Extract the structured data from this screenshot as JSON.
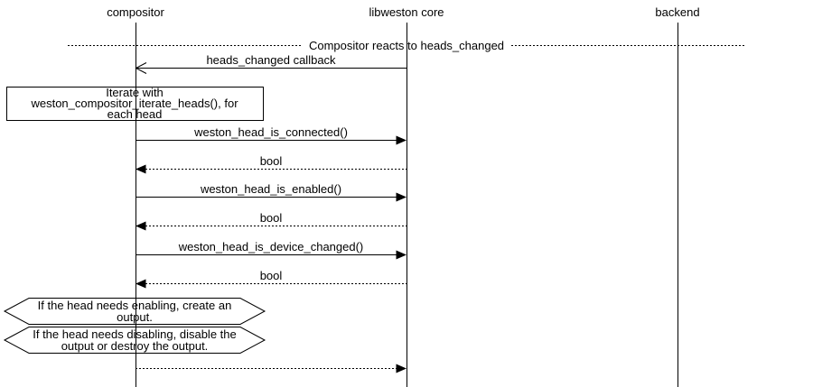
{
  "diagram_title": "Compositor reacts to heads_changed",
  "participants": [
    {
      "label": "compositor"
    },
    {
      "label": "libweston core"
    },
    {
      "label": "backend"
    }
  ],
  "divider": {
    "label": "Compositor reacts to heads_changed"
  },
  "messages": [
    {
      "from": "libweston core",
      "to": "compositor",
      "style": "callback",
      "label": "heads_changed callback"
    },
    {
      "from": "compositor",
      "to": "libweston core",
      "style": "call",
      "label": "weston_head_is_connected()"
    },
    {
      "from": "libweston core",
      "to": "compositor",
      "style": "return",
      "label": "bool"
    },
    {
      "from": "compositor",
      "to": "libweston core",
      "style": "call",
      "label": "weston_head_is_enabled()"
    },
    {
      "from": "libweston core",
      "to": "compositor",
      "style": "return",
      "label": "bool"
    },
    {
      "from": "compositor",
      "to": "libweston core",
      "style": "call",
      "label": "weston_head_is_device_changed()"
    },
    {
      "from": "libweston core",
      "to": "compositor",
      "style": "return",
      "label": "bool"
    },
    {
      "from": "compositor",
      "to": "libweston core",
      "style": "dotted",
      "label": ""
    }
  ],
  "note": {
    "lines": [
      "Iterate with",
      "weston_compositor_iterate_heads(), for",
      "each head"
    ]
  },
  "conditions": [
    {
      "lines": [
        "If the head needs enabling,  create an",
        "output."
      ]
    },
    {
      "lines": [
        "If the head needs disabling, disable the",
        "output or destroy the output."
      ]
    }
  ],
  "colors": {
    "foreground": "#000000",
    "background": "#ffffff"
  }
}
